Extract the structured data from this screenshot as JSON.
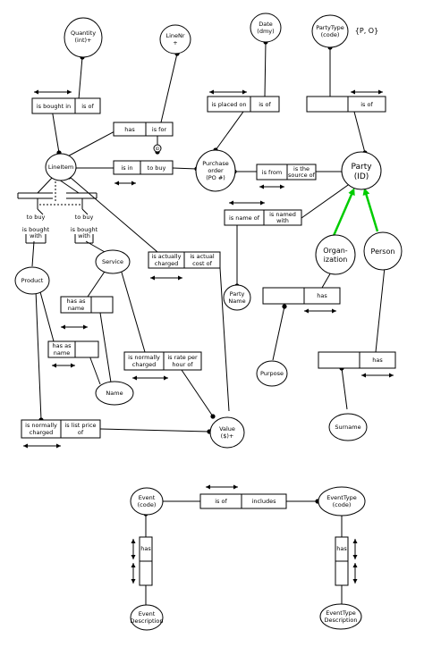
{
  "entities": {
    "quantity": [
      "Quantity",
      "(int)+"
    ],
    "linenr": [
      "LineNr",
      "+"
    ],
    "date": [
      "Date",
      "(dmy)"
    ],
    "partytype": [
      "PartyType",
      "(code)"
    ],
    "po_label": "{P, O}",
    "lineitem": "LineItem",
    "purchase_order": [
      "Purchase",
      "order",
      "(PO #)"
    ],
    "party": [
      "Party",
      "(ID)"
    ],
    "organization": [
      "Organ-",
      "ization"
    ],
    "person": "Person",
    "product": "Product",
    "service": "Service",
    "party_name": [
      "Party",
      "Name"
    ],
    "purpose": "Purpose",
    "name": "Name",
    "surname": "Surname",
    "value": [
      "Value",
      "($)+"
    ],
    "event": [
      "Event",
      "(code)"
    ],
    "event_type": [
      "EventType",
      "(code)"
    ],
    "event_description": [
      "Event",
      "Description"
    ],
    "event_type_description": [
      "EventType",
      "Description"
    ],
    "id_marker": "ID"
  },
  "roles": {
    "is_bought_in": "is bought in",
    "is_of": "is of",
    "has": "has",
    "is_for": "is for",
    "is_placed_on": "is placed on",
    "is_of_po": "is of",
    "is_of_party": "is of",
    "is_in": "is in",
    "to_buy": "to buy",
    "is_from": "is from",
    "is_the_source_of": [
      "is the",
      "source of"
    ],
    "is_name_of": "is name of",
    "is_named_with": [
      "is named",
      "with"
    ],
    "to_buy_1": "to buy",
    "to_buy_2": "to buy",
    "is_bought_with_1": [
      "is bought",
      "with"
    ],
    "is_bought_with_2": [
      "is bought",
      "with"
    ],
    "is_actually_charged": [
      "is actually",
      "charged"
    ],
    "is_actual_cost_of": [
      "is actual",
      "cost of"
    ],
    "has_org": "has",
    "has_as_name_service": [
      "has as",
      "name"
    ],
    "has_as_name_product": [
      "has as",
      "name"
    ],
    "is_normally_charged_service": [
      "is normally",
      "charged"
    ],
    "is_rate_per_hour_of": [
      "is rate per",
      "hour of"
    ],
    "has_person": "has",
    "is_normally_charged_product": [
      "is normally",
      "charged"
    ],
    "is_list_price_of": [
      "is list price",
      "of"
    ],
    "is_of_event": "is of",
    "includes": "includes",
    "has_event": "has",
    "has_event_type": "has"
  }
}
